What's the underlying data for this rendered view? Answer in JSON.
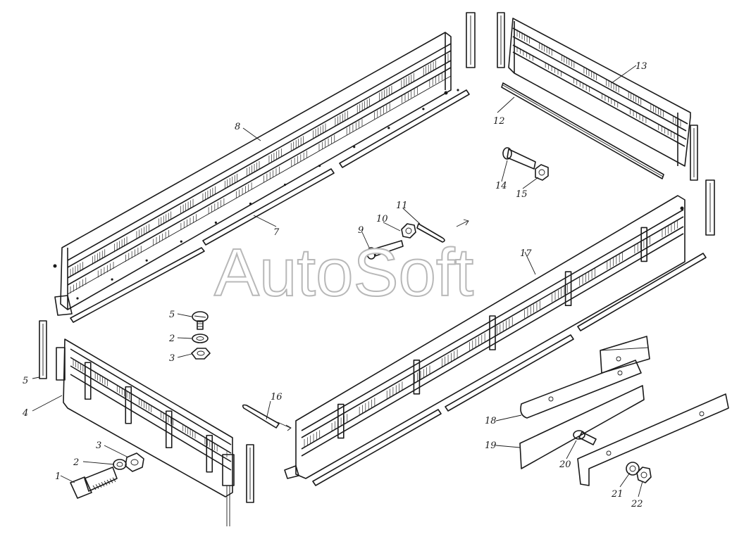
{
  "watermark": "AutoSoft",
  "labels": {
    "p1": "1",
    "p2a": "2",
    "p2b": "2",
    "p3a": "3",
    "p3b": "3",
    "p4": "4",
    "p5a": "5",
    "p5b": "5",
    "p7": "7",
    "p8": "8",
    "p9": "9",
    "p10": "10",
    "p11": "11",
    "p12": "12",
    "p13": "13",
    "p14": "14",
    "p15": "15",
    "p16": "16",
    "p17": "17",
    "p18": "18",
    "p19": "19",
    "p20": "20",
    "p21": "21",
    "p22": "22"
  },
  "colors": {
    "ink": "#1a1a1a",
    "paper": "#ffffff",
    "watermark_outline": "#b8b8b8"
  }
}
